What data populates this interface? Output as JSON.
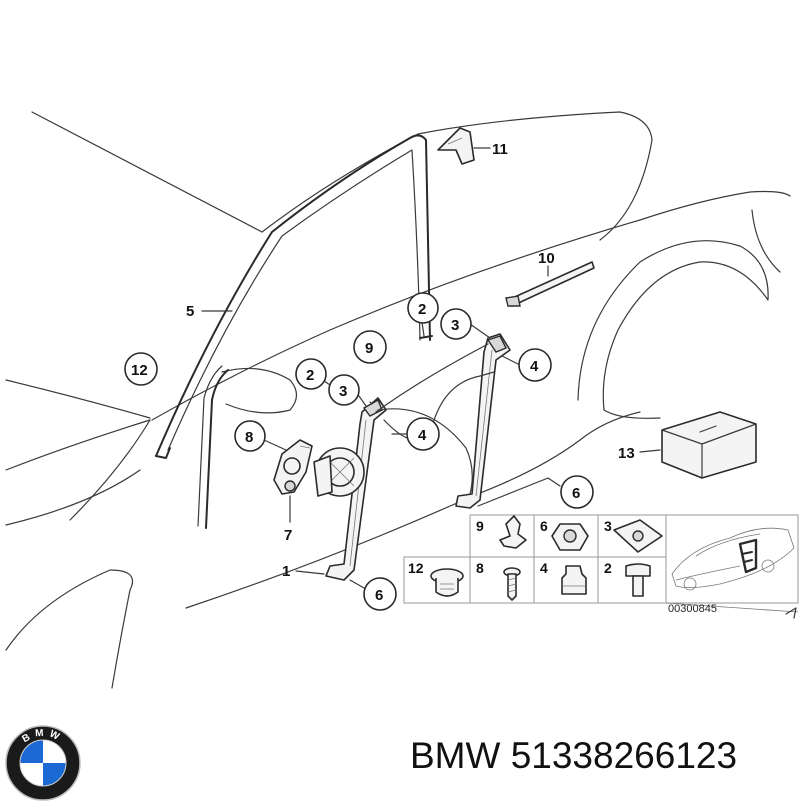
{
  "callouts": [
    {
      "id": "c12",
      "label": "12"
    },
    {
      "id": "c9",
      "label": "9"
    },
    {
      "id": "c2a",
      "label": "2"
    },
    {
      "id": "c3a",
      "label": "3"
    },
    {
      "id": "c2b",
      "label": "2"
    },
    {
      "id": "c3b",
      "label": "3"
    },
    {
      "id": "c4a",
      "label": "4"
    },
    {
      "id": "c4b",
      "label": "4"
    },
    {
      "id": "c8",
      "label": "8"
    },
    {
      "id": "c6a",
      "label": "6"
    },
    {
      "id": "c6b",
      "label": "6"
    }
  ],
  "labels": {
    "l1": "1",
    "l5": "5",
    "l7": "7",
    "l10": "10",
    "l11": "11",
    "l13": "13"
  },
  "parts_grid": {
    "row1": [
      "9",
      "6",
      "3"
    ],
    "row2": [
      "12",
      "8",
      "4",
      "2"
    ]
  },
  "reference_code": "00300845",
  "brand": {
    "logo_letters": "BMW",
    "caption": "BMW 51338266123",
    "logo_colors": {
      "blue": "#1c69d4",
      "ring": "#1a1a1a",
      "white": "#ffffff"
    }
  }
}
